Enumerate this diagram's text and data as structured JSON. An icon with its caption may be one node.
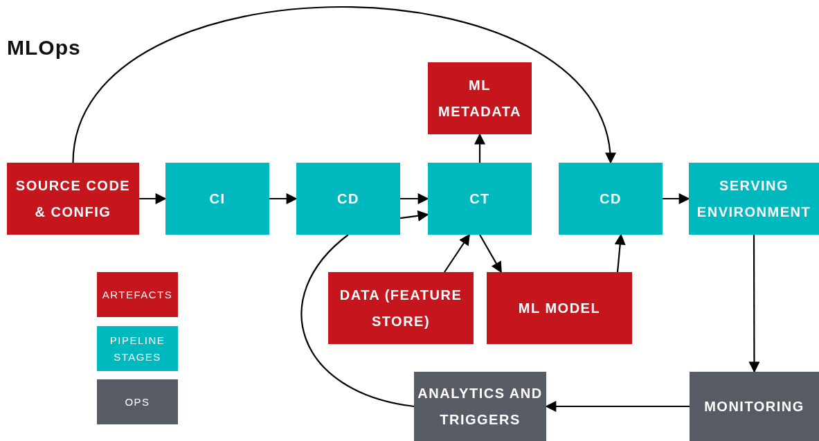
{
  "diagram": {
    "title": "MLOps",
    "nodes": [
      {
        "text": [
          "SOURCE CODE & CONFIG"
        ]
      },
      {
        "text": [
          "CI"
        ]
      },
      {
        "text": [
          "CD"
        ]
      },
      {
        "text": [
          "ML METADATA"
        ]
      },
      {
        "text": [
          "CT"
        ]
      },
      {
        "text": [
          "CD"
        ]
      },
      {
        "text": [
          "SERVING ENVIRONMENT"
        ]
      },
      {
        "text": [
          "DATA (FEATURE STORE)"
        ]
      },
      {
        "text": [
          "ML MODEL"
        ]
      },
      {
        "text": [
          "ANALYTICS AND TRIGGERS"
        ]
      },
      {
        "text": [
          "MONITORING"
        ]
      }
    ],
    "edges": [
      {
        "from": 0,
        "to": 1,
        "arrow": "to"
      },
      {
        "from": 1,
        "to": 2,
        "arrow": "to"
      },
      {
        "from": 2,
        "to": 4,
        "arrow": "to"
      },
      {
        "from": 2,
        "to": 4,
        "arrow": "to"
      },
      {
        "from": 4,
        "to": 3,
        "arrow": "to"
      },
      {
        "from": 7,
        "to": 4,
        "arrow": "to"
      },
      {
        "from": 4,
        "to": 8,
        "arrow": "to"
      },
      {
        "from": 8,
        "to": 5,
        "arrow": "to"
      },
      {
        "from": 5,
        "to": 6,
        "arrow": "to"
      },
      {
        "from": 6,
        "to": 10,
        "arrow": "to"
      },
      {
        "from": 10,
        "to": 9,
        "arrow": "to"
      },
      {
        "from": 9,
        "to": 2,
        "arrow": "none"
      },
      {
        "from": 0,
        "to": 5,
        "arrow": "to"
      }
    ],
    "legend": [
      {
        "text": "ARTEFACTS",
        "color": "#c4161c"
      },
      {
        "text": "PIPELINE STAGES",
        "color": "#00b9bf"
      },
      {
        "text": "OPS",
        "color": "#575b63"
      }
    ]
  }
}
